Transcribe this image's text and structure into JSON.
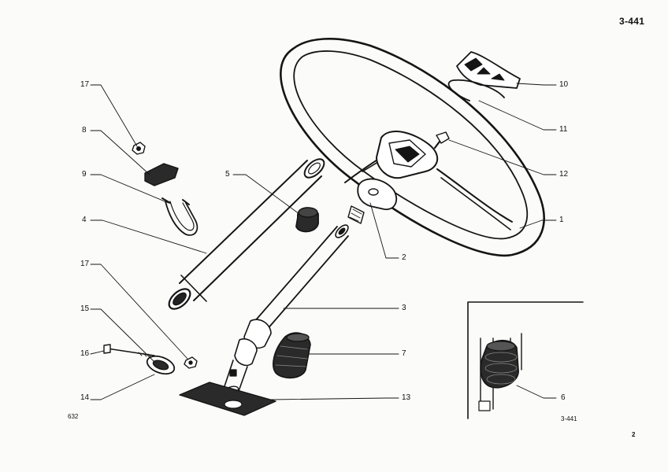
{
  "header": {
    "reference": "3-441"
  },
  "footer": {
    "figure_code": "632",
    "inset_code": "3-441",
    "page_number": "2"
  },
  "callouts": [
    "1",
    "2",
    "3",
    "4",
    "5",
    "6",
    "7",
    "8",
    "9",
    "10",
    "11",
    "12",
    "13",
    "14",
    "15",
    "16",
    "17",
    "17"
  ],
  "colors": {
    "ink": "#151515",
    "paper": "#fbfbf9",
    "part_fill": "#2a2a2a"
  }
}
